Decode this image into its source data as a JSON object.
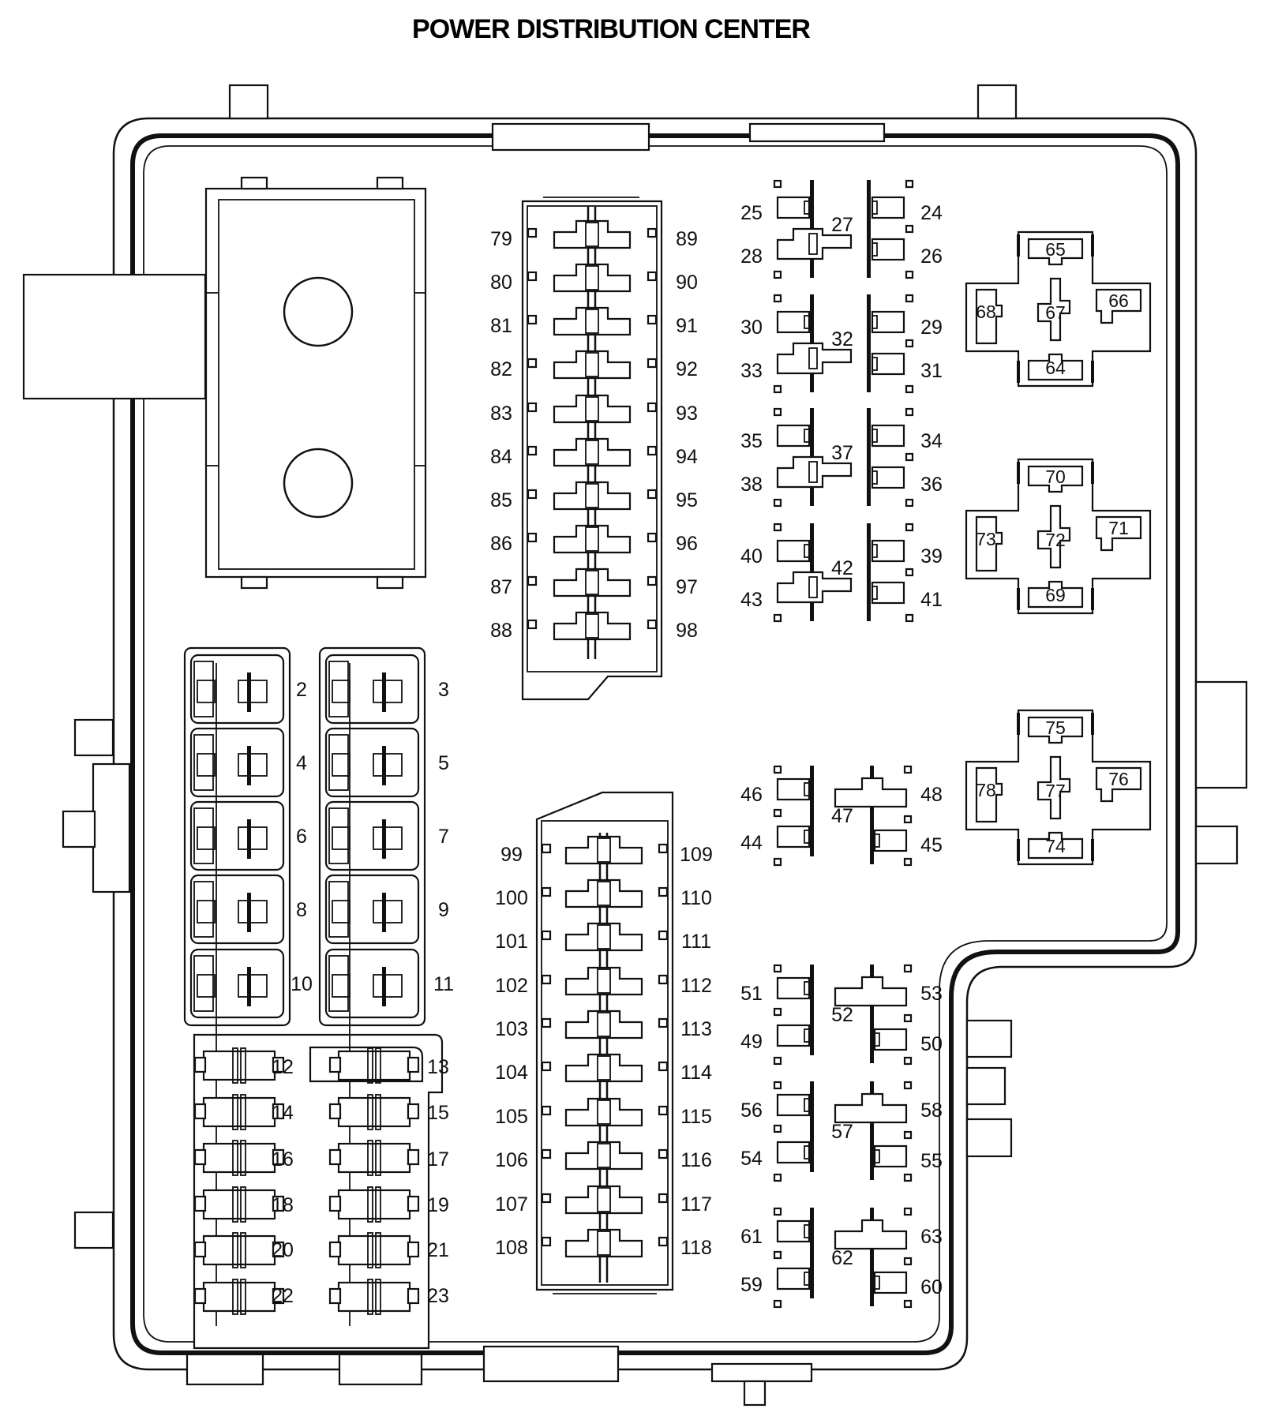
{
  "title": "POWER DISTRIBUTION CENTER",
  "large_fuse_labels": {
    "left": [
      "2",
      "4",
      "6",
      "8",
      "10"
    ],
    "right": [
      "3",
      "5",
      "7",
      "9",
      "11"
    ]
  },
  "mini_fuse_labels": {
    "left": [
      "12",
      "14",
      "16",
      "18",
      "20",
      "22"
    ],
    "right": [
      "13",
      "15",
      "17",
      "19",
      "21",
      "23"
    ]
  },
  "upper_cartridge": {
    "left": [
      "79",
      "80",
      "81",
      "82",
      "83",
      "84",
      "85",
      "86",
      "87",
      "88"
    ],
    "right": [
      "89",
      "90",
      "91",
      "92",
      "93",
      "94",
      "95",
      "96",
      "97",
      "98"
    ]
  },
  "lower_cartridge": {
    "left": [
      "99",
      "100",
      "101",
      "102",
      "103",
      "104",
      "105",
      "106",
      "107",
      "108"
    ],
    "right": [
      "109",
      "110",
      "111",
      "112",
      "113",
      "114",
      "115",
      "116",
      "117",
      "118"
    ]
  },
  "upper_relays": [
    {
      "tl": "25",
      "bl": "28",
      "mid": "27",
      "tr": "24",
      "br": "26"
    },
    {
      "tl": "30",
      "bl": "33",
      "mid": "32",
      "tr": "29",
      "br": "31"
    },
    {
      "tl": "35",
      "bl": "38",
      "mid": "37",
      "tr": "34",
      "br": "36"
    },
    {
      "tl": "40",
      "bl": "43",
      "mid": "42",
      "tr": "39",
      "br": "41"
    }
  ],
  "lower_relays": [
    {
      "tl": "46",
      "bl": "44",
      "mid": "47",
      "tr": "48",
      "br": "45"
    },
    {
      "tl": "51",
      "bl": "49",
      "mid": "52",
      "tr": "53",
      "br": "50"
    },
    {
      "tl": "56",
      "bl": "54",
      "mid": "57",
      "tr": "58",
      "br": "55"
    },
    {
      "tl": "61",
      "bl": "59",
      "mid": "62",
      "tr": "63",
      "br": "60"
    }
  ],
  "iso_relays": [
    {
      "top": "65",
      "left": "68",
      "center": "67",
      "right": "66",
      "bottom": "64"
    },
    {
      "top": "70",
      "left": "73",
      "center": "72",
      "right": "71",
      "bottom": "69"
    },
    {
      "top": "75",
      "left": "78",
      "center": "77",
      "right": "76",
      "bottom": "74"
    }
  ]
}
